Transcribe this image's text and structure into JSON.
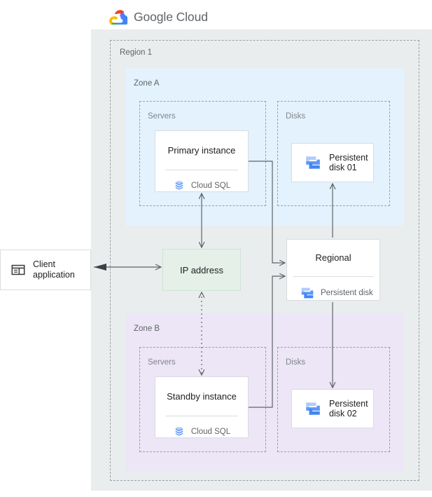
{
  "brand": {
    "logo_icon": "google-cloud-logo-icon",
    "name_bold": "Google",
    "name_light": "Cloud",
    "colors": {
      "logo_red": "#ea4335",
      "logo_yellow": "#fbbc04",
      "logo_green": "#34a853",
      "logo_blue": "#4285f4",
      "text_gray": "#5f6368"
    }
  },
  "diagram": {
    "region": {
      "label": "Region 1"
    },
    "zones": [
      {
        "label": "Zone A",
        "fill": "#e3f2fd",
        "groups": [
          {
            "label": "Servers"
          },
          {
            "label": "Disks"
          }
        ]
      },
      {
        "label": "Zone B",
        "fill": "#ece6f6",
        "groups": [
          {
            "label": "Servers"
          },
          {
            "label": "Disks"
          }
        ]
      }
    ],
    "nodes": {
      "client": {
        "label": "Client application",
        "line1": "Client",
        "line2": "application",
        "icon": "client-application-icon"
      },
      "ip_address": {
        "label": "IP address",
        "fill": "#e4f0e8",
        "stroke": "#cfe3d6"
      },
      "primary_instance": {
        "title": "Primary instance",
        "product": "Cloud SQL",
        "icon": "cloud-sql-icon"
      },
      "standby_instance": {
        "title": "Standby instance",
        "product": "Cloud SQL",
        "icon": "cloud-sql-icon"
      },
      "persistent_disk_01": {
        "line1": "Persistent",
        "line2": "disk 01",
        "icon": "persistent-disk-icon"
      },
      "persistent_disk_02": {
        "line1": "Persistent",
        "line2": "disk 02",
        "icon": "persistent-disk-icon"
      },
      "regional_disk": {
        "title": "Regional",
        "product": "Persistent disk",
        "icon": "persistent-disk-icon"
      }
    },
    "connectors": [
      {
        "name": "client-to-ip",
        "style": "solid",
        "arrows": "both"
      },
      {
        "name": "ip-to-primary-instance",
        "style": "solid",
        "arrows": "both"
      },
      {
        "name": "ip-to-standby-instance",
        "style": "dotted",
        "arrows": "both"
      },
      {
        "name": "primary-instance-to-regional-disk",
        "style": "solid",
        "arrows": "end"
      },
      {
        "name": "standby-instance-to-regional-disk",
        "style": "solid",
        "arrows": "end"
      },
      {
        "name": "regional-disk-to-persistent-disk-01",
        "style": "solid",
        "arrows": "end"
      },
      {
        "name": "regional-disk-to-persistent-disk-02",
        "style": "solid",
        "arrows": "end"
      }
    ],
    "palette": {
      "line": "#5f6368",
      "dashed_border": "#9aa0a6",
      "card_border": "#dadce0",
      "canvas_bg": "#e9edee",
      "disk_icon_light": "#aecbfa",
      "disk_icon_dark": "#4285f4",
      "sql_icon": "#5e97f6"
    }
  }
}
